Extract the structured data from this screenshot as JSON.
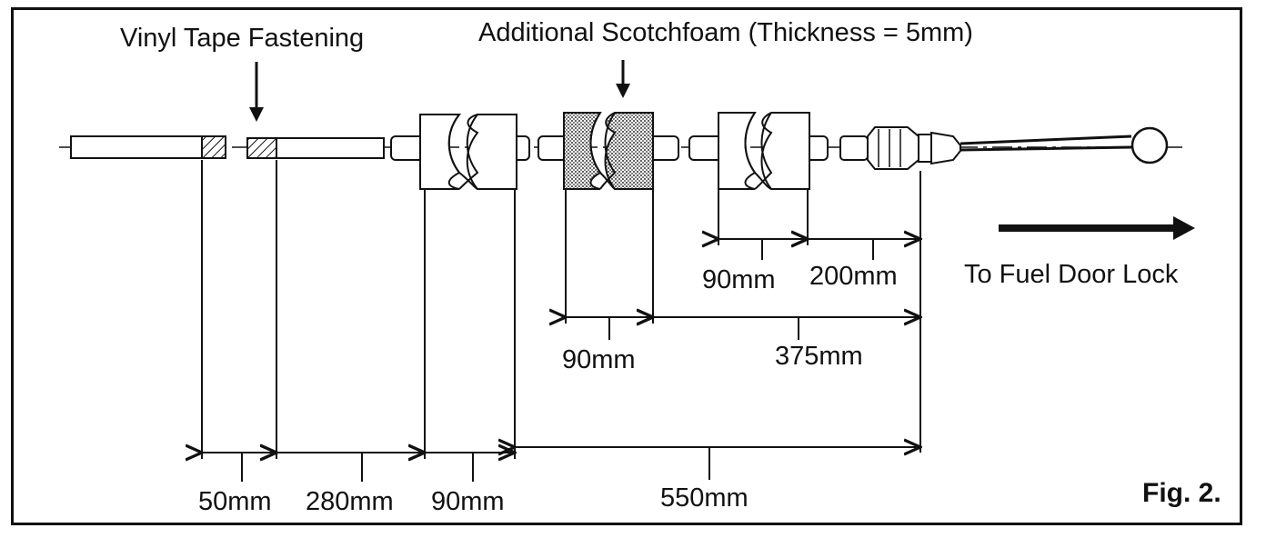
{
  "labels": {
    "vinyl_tape": "Vinyl Tape Fastening",
    "scotchfoam": "Additional Scotchfoam (Thickness = 5mm)",
    "to_fuel_door": "To Fuel Door Lock",
    "figure": "Fig. 2."
  },
  "dimensions": {
    "d50": "50mm",
    "d280": "280mm",
    "d90_bottom": "90mm",
    "d550": "550mm",
    "d90_foam": "90mm",
    "d375": "375mm",
    "d90_right": "90mm",
    "d200": "200mm"
  },
  "colors": {
    "line": "#111111",
    "foam_fill": "#9a9a9a"
  }
}
